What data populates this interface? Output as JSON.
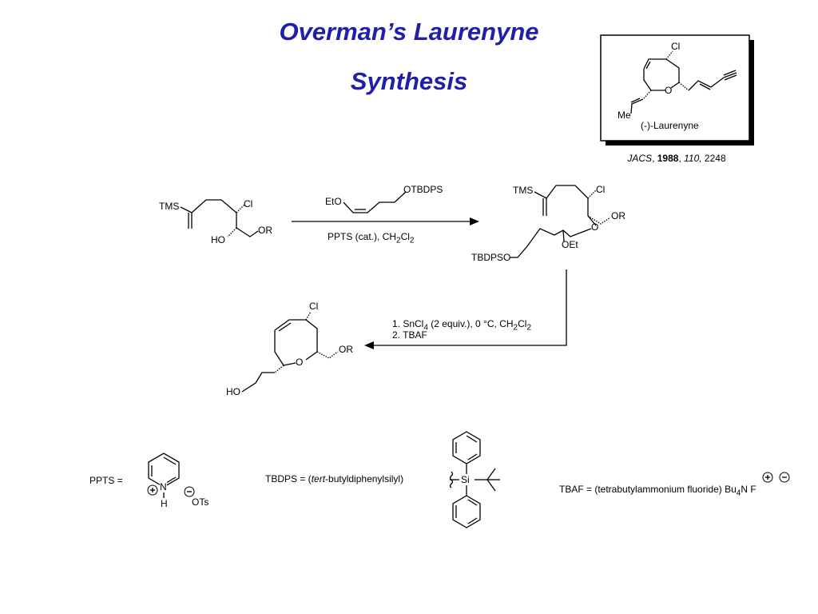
{
  "title": {
    "line1": "Overman’s Laurenyne",
    "line2": "Synthesis"
  },
  "colors": {
    "title": "#1f1fa8",
    "ink": "#000000",
    "background": "#ffffff"
  },
  "target": {
    "name": "(-)-Laurenyne",
    "label_cl": "Cl",
    "label_o": "O",
    "label_me": "Me"
  },
  "citation": {
    "journal": "JACS",
    "year": "1988",
    "volume": "110,",
    "page": "2248"
  },
  "labels": {
    "tms": "TMS",
    "cl": "Cl",
    "ho": "HO",
    "or": "OR",
    "eto": "EtO",
    "otbdps": "OTBDPS",
    "o": "O",
    "oet": "OEt",
    "tbdpso": "TBDPSO",
    "ho_chain": "HO"
  },
  "conditions": {
    "step1_a": "PPTS (cat.), CH",
    "step1_sub1": "2",
    "step1_b": "Cl",
    "step1_sub2": "2",
    "step2_line1_a": "1.  SnCl",
    "step2_line1_sub1": "4",
    "step2_line1_b": " (2 equiv.), 0 °C, CH",
    "step2_line1_sub2": "2",
    "step2_line1_c": "Cl",
    "step2_line1_sub3": "2",
    "step2_line2": "2.  TBAF"
  },
  "legend": {
    "ppts_label": "PPTS =",
    "ppts_n": "N",
    "ppts_h": "H",
    "ppts_ots": "OTs",
    "plus": "+",
    "minus": "−",
    "tbdps_a": "TBDPS  =  (",
    "tbdps_italic": "tert",
    "tbdps_b": "-butyldiphenylsilyl)",
    "si": "Si",
    "tbaf_a": "TBAF = (tetrabutylammonium fluoride) Bu",
    "tbaf_sub": "4",
    "tbaf_b": "N F"
  }
}
